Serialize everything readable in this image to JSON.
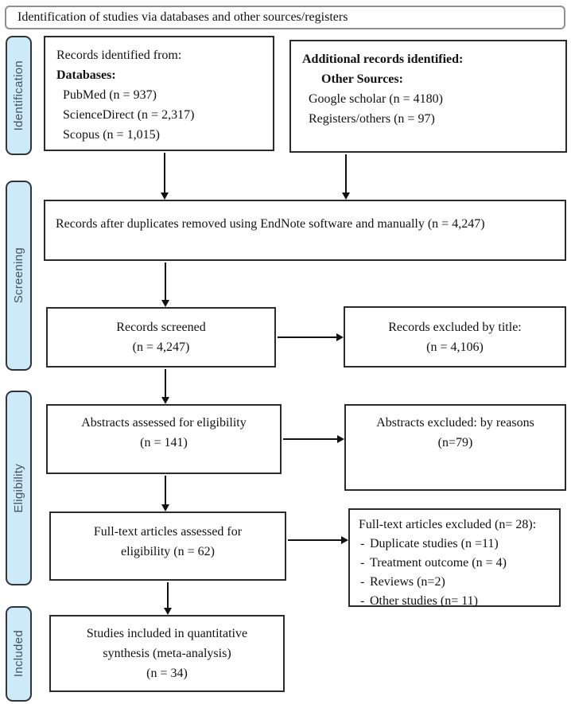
{
  "colors": {
    "stage_fill": "#cee9f8",
    "stage_border": "#2e363c",
    "stage_text": "#48545f",
    "box_border": "#2b2b2b",
    "banner_border": "#8f8f8f",
    "arrow": "#111111",
    "text": "#111111"
  },
  "banner": {
    "title": "Identification of studies via databases and other sources/registers"
  },
  "stages": [
    {
      "label": "Identification"
    },
    {
      "label": "Screening"
    },
    {
      "label": "Eligibility"
    },
    {
      "label": "Included"
    }
  ],
  "boxes": {
    "records_identified": {
      "heading": "Records identified from:",
      "subheading": "Databases:",
      "items": [
        "PubMed (n = 937)",
        "ScienceDirect (n = 2,317)",
        "Scopus (n = 1,015)"
      ]
    },
    "additional_records": {
      "heading": "Additional records identified:",
      "subheading": "Other Sources:",
      "items": [
        "Google scholar (n = 4180)",
        "Registers/others (n = 97)"
      ]
    },
    "duplicates_removed": {
      "text": "Records after duplicates removed using EndNote software and manually (n = 4,247)"
    },
    "records_screened": {
      "line1": "Records screened",
      "line2": "(n = 4,247)"
    },
    "records_excluded": {
      "line1": "Records excluded by title:",
      "line2": "(n = 4,106)"
    },
    "abstracts_assessed": {
      "line1": "Abstracts assessed for eligibility",
      "line2": "(n = 141)"
    },
    "abstracts_excluded": {
      "line1": "Abstracts excluded: by reasons",
      "line2": "(n=79)"
    },
    "fulltext_assessed": {
      "line1": "Full-text articles assessed for",
      "line2": "eligibility (n = 62)"
    },
    "fulltext_excluded": {
      "heading": "Full-text articles excluded (n= 28):",
      "items": [
        "Duplicate studies (n =11)",
        "Treatment outcome (n = 4)",
        "Reviews (n=2)",
        "Other studies (n= 11)"
      ]
    },
    "studies_included": {
      "line1": "Studies included in quantitative",
      "line2": "synthesis (meta-analysis)",
      "line3": "(n = 34)"
    }
  }
}
